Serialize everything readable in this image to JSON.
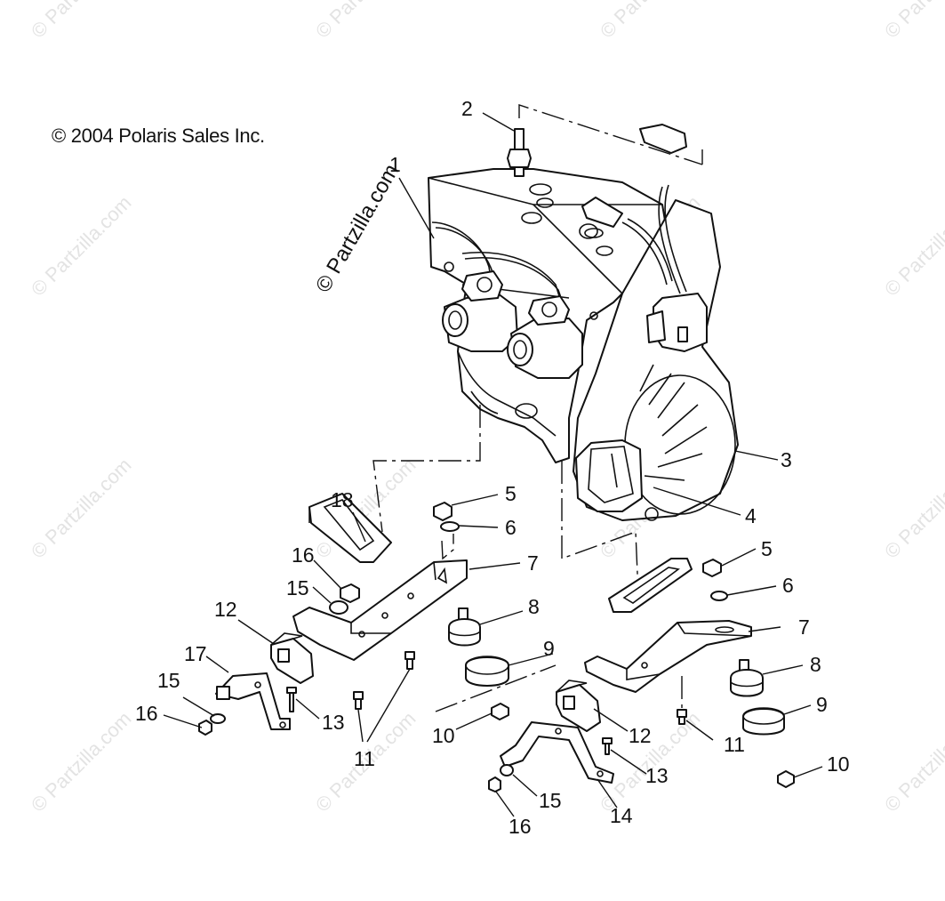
{
  "copyright": "© 2004 Polaris Sales Inc.",
  "watermark": "© Partzilla.com",
  "callouts": [
    {
      "id": "1",
      "label": "1"
    },
    {
      "id": "2",
      "label": "2"
    },
    {
      "id": "3",
      "label": "3"
    },
    {
      "id": "4",
      "label": "4"
    },
    {
      "id": "5a",
      "label": "5"
    },
    {
      "id": "5b",
      "label": "5"
    },
    {
      "id": "6a",
      "label": "6"
    },
    {
      "id": "6b",
      "label": "6"
    },
    {
      "id": "7a",
      "label": "7"
    },
    {
      "id": "7b",
      "label": "7"
    },
    {
      "id": "8a",
      "label": "8"
    },
    {
      "id": "8b",
      "label": "8"
    },
    {
      "id": "9a",
      "label": "9"
    },
    {
      "id": "9b",
      "label": "9"
    },
    {
      "id": "10a",
      "label": "10"
    },
    {
      "id": "10b",
      "label": "10"
    },
    {
      "id": "11a",
      "label": "11"
    },
    {
      "id": "11b",
      "label": "11"
    },
    {
      "id": "12a",
      "label": "12"
    },
    {
      "id": "12b",
      "label": "12"
    },
    {
      "id": "13a",
      "label": "13"
    },
    {
      "id": "13b",
      "label": "13"
    },
    {
      "id": "14",
      "label": "14"
    },
    {
      "id": "15a",
      "label": "15"
    },
    {
      "id": "15b",
      "label": "15"
    },
    {
      "id": "15c",
      "label": "15"
    },
    {
      "id": "16a",
      "label": "16"
    },
    {
      "id": "16b",
      "label": "16"
    },
    {
      "id": "16c",
      "label": "16"
    },
    {
      "id": "17",
      "label": "17"
    },
    {
      "id": "18",
      "label": "18"
    }
  ]
}
